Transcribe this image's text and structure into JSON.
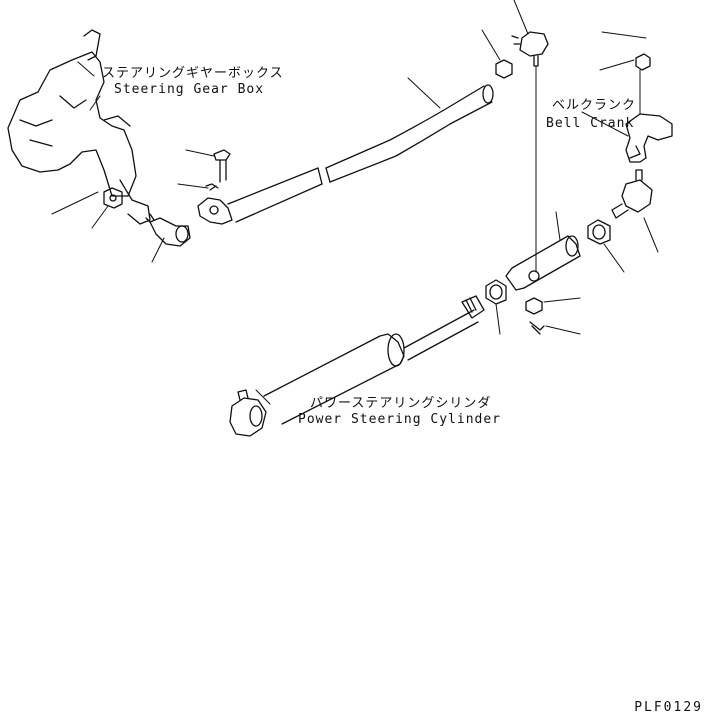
{
  "labels": {
    "steering_gear_box_jp": "ステアリングギヤーボックス",
    "steering_gear_box_en": "Steering Gear Box",
    "bell_crank_jp": "ベルクランク",
    "bell_crank_en": "Bell Crank",
    "power_steering_cylinder_jp": "パワーステアリングシリンダ",
    "power_steering_cylinder_en": "Power Steering Cylinder"
  },
  "figure_code": "PLF0129"
}
